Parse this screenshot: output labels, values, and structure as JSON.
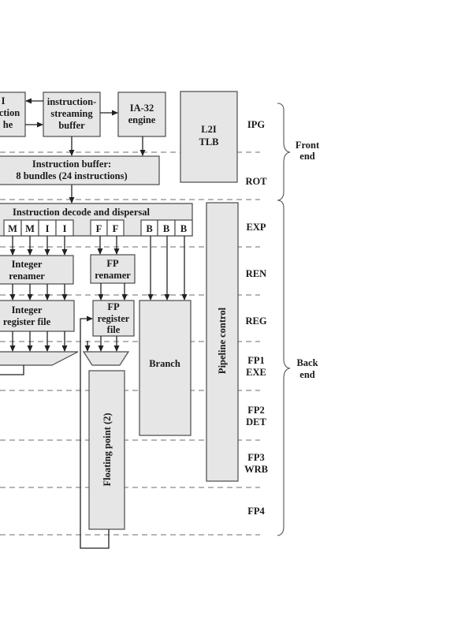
{
  "diagram": {
    "blocks": {
      "l1i_cache": {
        "lines": [
          "I",
          "ction",
          "he"
        ]
      },
      "streaming_buffer": {
        "lines": [
          "instruction-",
          "streaming",
          "buffer"
        ]
      },
      "ia32_engine": {
        "lines": [
          "IA-32",
          "engine"
        ]
      },
      "l2i_tlb": {
        "lines": [
          "L2I",
          "TLB"
        ]
      },
      "instruction_buffer": {
        "lines": [
          "Instruction buffer:",
          "8 bundles (24 instructions)"
        ]
      },
      "decode_dispersal": {
        "label": "Instruction decode and dispersal"
      },
      "ports": [
        "M",
        "M",
        "I",
        "I",
        "F",
        "F",
        "B",
        "B",
        "B"
      ],
      "integer_renamer": {
        "lines": [
          "Integer",
          "renamer"
        ]
      },
      "fp_renamer": {
        "lines": [
          "FP",
          "renamer"
        ]
      },
      "integer_register_file": {
        "lines": [
          "Integer",
          "register file"
        ]
      },
      "fp_register_file": {
        "lines": [
          "FP",
          "register",
          "file"
        ]
      },
      "branch": {
        "label": "Branch"
      },
      "floating_point": {
        "label": "Floating point (2)"
      },
      "pipeline_control": {
        "label": "Pipeline control"
      }
    },
    "stages": [
      {
        "lines": [
          "IPG"
        ]
      },
      {
        "lines": [
          "ROT"
        ]
      },
      {
        "lines": [
          "EXP"
        ]
      },
      {
        "lines": [
          "REN"
        ]
      },
      {
        "lines": [
          "REG"
        ]
      },
      {
        "lines": [
          "FP1",
          "EXE"
        ]
      },
      {
        "lines": [
          "FP2",
          "DET"
        ]
      },
      {
        "lines": [
          "FP3",
          "WRB"
        ]
      },
      {
        "lines": [
          "FP4"
        ]
      }
    ],
    "groups": {
      "front_end": {
        "lines": [
          "Front",
          "end"
        ]
      },
      "back_end": {
        "lines": [
          "Back",
          "end"
        ]
      }
    }
  }
}
